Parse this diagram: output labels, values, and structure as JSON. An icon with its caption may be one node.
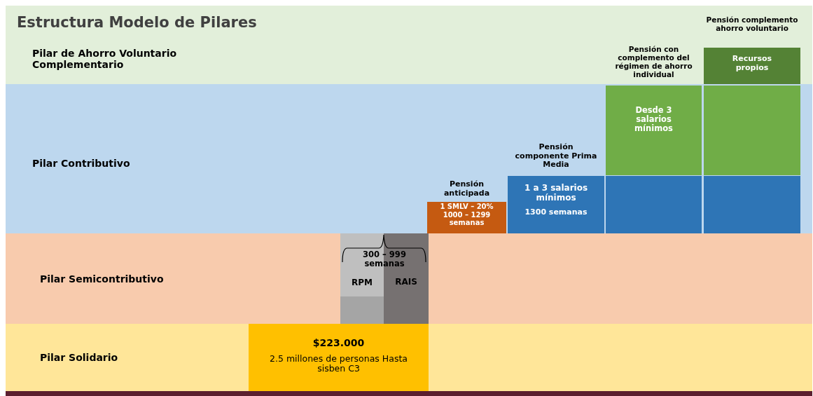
{
  "diagram": {
    "title": "Estructura Modelo de Pilares",
    "nodes": [
      {
        "text": [
          "Pilar de Ahorro Voluntario Complementario"
        ]
      },
      {
        "text": [
          "Pilar Contributivo"
        ]
      },
      {
        "text": [
          "Pilar Semicontributivo"
        ]
      },
      {
        "text": [
          "Pilar Solidario"
        ]
      },
      {
        "text": [
          "$223.000",
          "2.5 millones de personas Hasta sisben C3"
        ],
        "in": 3
      },
      {
        "text": [
          "RPM"
        ],
        "in": 2
      },
      {
        "text": [
          "RAIS"
        ],
        "in": 2
      },
      {
        "text": [
          "Pensión anticipada",
          "1 SMLV – 20% 1000 – 1299 semanas"
        ],
        "in": 1
      },
      {
        "text": [
          "Pensión componente Prima Media",
          "1 a 3 salarios mínimos",
          "1300 semanas"
        ],
        "in": 1
      },
      {
        "text": [
          "Pensión con complemento del régimen de ahorro individual",
          "Desde 3 salarios mínimos"
        ]
      },
      {
        "text": [],
        "shape": "box",
        "in": 1
      },
      {
        "text": [
          "Pensión complemento ahorro voluntario",
          "Recursos propios"
        ],
        "in": 0
      },
      {
        "text": [],
        "shape": "box",
        "in": 1
      },
      {
        "text": [],
        "shape": "box",
        "in": 1
      }
    ],
    "edges": [],
    "labels": [
      "300 – 999 semanas"
    ]
  }
}
